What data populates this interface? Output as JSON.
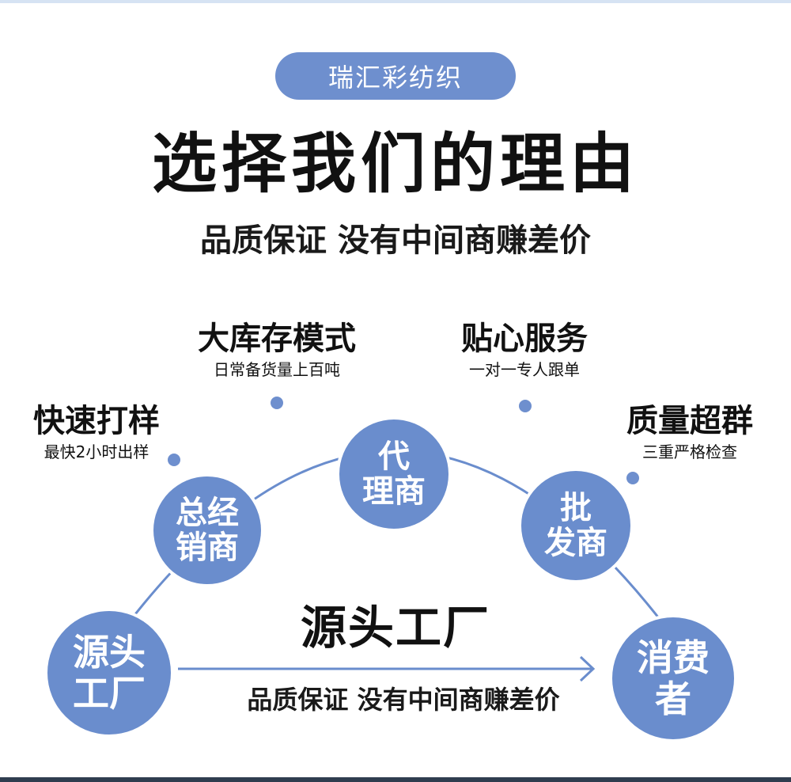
{
  "brand": "瑞汇彩纺织",
  "title": "选择我们的理由",
  "subtitle": "品质保证 没有中间商赚差价",
  "features": [
    {
      "title": "快速打样",
      "desc": "最快2小时出样"
    },
    {
      "title": "大库存模式",
      "desc": "日常备货量上百吨"
    },
    {
      "title": "贴心服务",
      "desc": "一对一专人跟单"
    },
    {
      "title": "质量超群",
      "desc": "三重严格检查"
    }
  ],
  "nodes": {
    "source_factory": {
      "line1": "源头",
      "line2": "工厂"
    },
    "general_distributor": {
      "line1": "总经",
      "line2": "销商"
    },
    "agent": {
      "line1": "代",
      "line2": "理商"
    },
    "wholesaler": {
      "line1": "批",
      "line2": "发商"
    },
    "consumer": {
      "line1": "消费",
      "line2": "者"
    }
  },
  "direct_path": {
    "label": "源头工厂",
    "sub": "品质保证 没有中间商赚差价"
  },
  "colors": {
    "accent": "#6a8dcd",
    "text": "#111111",
    "background": "#ffffff"
  }
}
